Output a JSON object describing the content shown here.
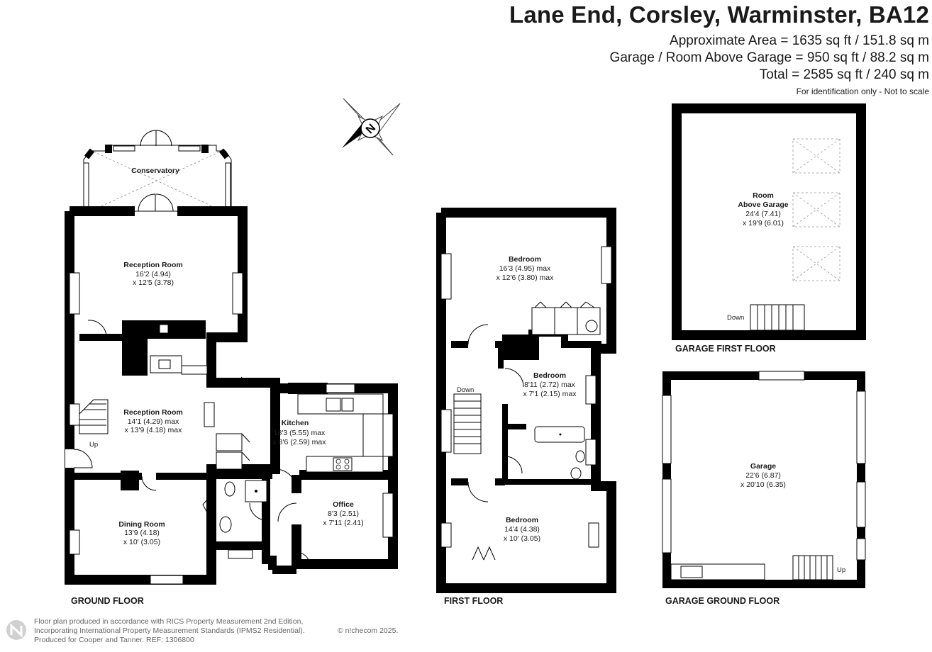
{
  "header": {
    "title": "Lane End, Corsley, Warminster, BA12",
    "area_main": "Approximate Area = 1635 sq ft / 151.8 sq m",
    "area_garage": "Garage / Room Above Garage = 950 sq ft / 88.2 sq m",
    "area_total": "Total = 2585 sq ft / 240 sq m",
    "disclaimer": "For identification only - Not to scale"
  },
  "floors": {
    "ground": "GROUND FLOOR",
    "first": "FIRST FLOOR",
    "garage_first": "GARAGE FIRST FLOOR",
    "garage_ground": "GARAGE GROUND FLOOR"
  },
  "rooms": {
    "conservatory": {
      "name": "Conservatory"
    },
    "reception1": {
      "name": "Reception Room",
      "dim1": "16'2 (4.94)",
      "dim2": "x 12'5 (3.78)"
    },
    "reception2": {
      "name": "Reception Room",
      "dim1": "14'1 (4.29) max",
      "dim2": "x 13'9 (4.18) max"
    },
    "kitchen": {
      "name": "Kitchen",
      "dim1": "18'3 (5.55) max",
      "dim2": "x 8'6 (2.59) max"
    },
    "dining": {
      "name": "Dining Room",
      "dim1": "13'9 (4.18)",
      "dim2": "x 10' (3.05)"
    },
    "office": {
      "name": "Office",
      "dim1": "8'3 (2.51)",
      "dim2": "x 7'11 (2.41)"
    },
    "bedroom1": {
      "name": "Bedroom",
      "dim1": "16'3 (4.95) max",
      "dim2": "x 12'6 (3.80) max"
    },
    "bedroom2": {
      "name": "Bedroom",
      "dim1": "8'11 (2.72) max",
      "dim2": "x 7'1 (2.15) max"
    },
    "bedroom3": {
      "name": "Bedroom",
      "dim1": "14'4 (4.38)",
      "dim2": "x 10' (3.05)"
    },
    "room_above_garage": {
      "name1": "Room",
      "name2": "Above Garage",
      "dim1": "24'4 (7.41)",
      "dim2": "x 19'9 (6.01)"
    },
    "garage": {
      "name": "Garage",
      "dim1": "22'6 (6.87)",
      "dim2": "x 20'10 (6.35)"
    }
  },
  "stair_labels": {
    "ground_up": "Up",
    "first_down": "Down",
    "garage_first_down": "Down",
    "garage_up": "Up"
  },
  "compass_letter": "N",
  "footer": {
    "line1": "Floor plan produced in accordance with RICS Property Measurement 2nd Edition,",
    "line2": "Incorporating International Property Measurement Standards (IPMS2 Residential).",
    "line3": "Produced for Cooper and Tanner.   REF: 1306800",
    "copyright": "© n!checom 2025."
  },
  "colors": {
    "wall": "#000000",
    "text": "#1a1a1a",
    "footer_text": "#666666",
    "background": "#ffffff"
  }
}
